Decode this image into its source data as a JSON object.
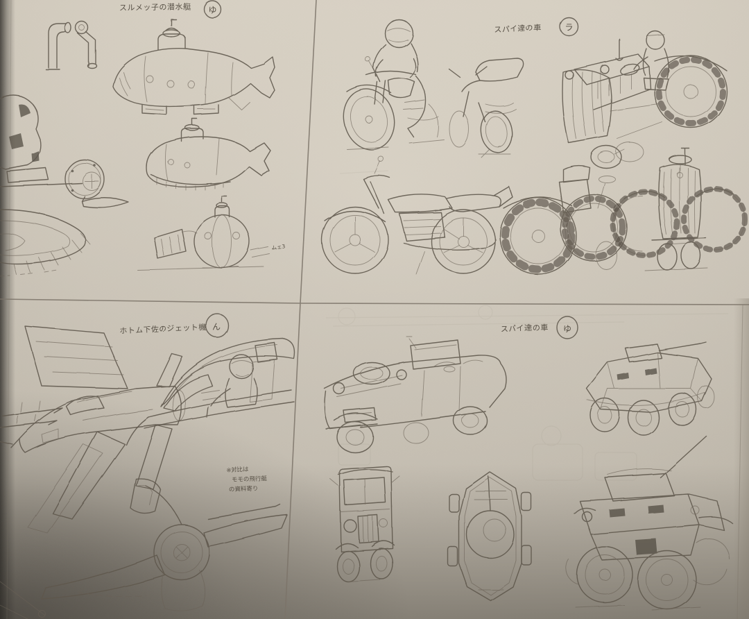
{
  "meta": {
    "description": "Photograph of a sketchbook page of pencil concept sketches of vehicles, ruled into four quadrants with handwritten Japanese captions"
  },
  "palette": {
    "paper": "#d6cfc2",
    "paper_light": "#e0d9cc",
    "paper_shadow": "#9c9488",
    "pencil": "#5f574c",
    "pencil_dark": "#4c463e",
    "divider": "#7b7368"
  },
  "panels": {
    "top_left": {
      "title": "スルメッ子の潜水艇",
      "circled_mark": "ゆ",
      "tiny_note": "ムェ3",
      "subjects": "submarine side view, submarine three-quarter view, small round submarine, periscope pipes, hatch wheel with open lid, large disc (partial)"
    },
    "top_right": {
      "title": "スパイ達の車",
      "circled_mark": "ラ",
      "subjects": "motorcycle with helmeted rider, motorcycle rear three-quarter, tractor with driver, sport motorcycle side view, tractor rear view, tractor front view"
    },
    "bottom_left": {
      "title": "ホトム下佐のジェット機",
      "circled_mark": "ん",
      "annotation_lines": [
        "※対比は",
        "モモの飛行艇",
        "の資料寄り"
      ],
      "subjects": "jet fighter three-quarter view with missiles, cockpit close-up with pilot, jet from above-behind with engine nozzle"
    },
    "bottom_right": {
      "title": "スパイ達の車",
      "circled_mark": "ゆ",
      "subjects": "open staff car, armoured scout car with turret gun, truck cab front view, armoured car top view, armoured car front three-quarter with antenna"
    }
  }
}
